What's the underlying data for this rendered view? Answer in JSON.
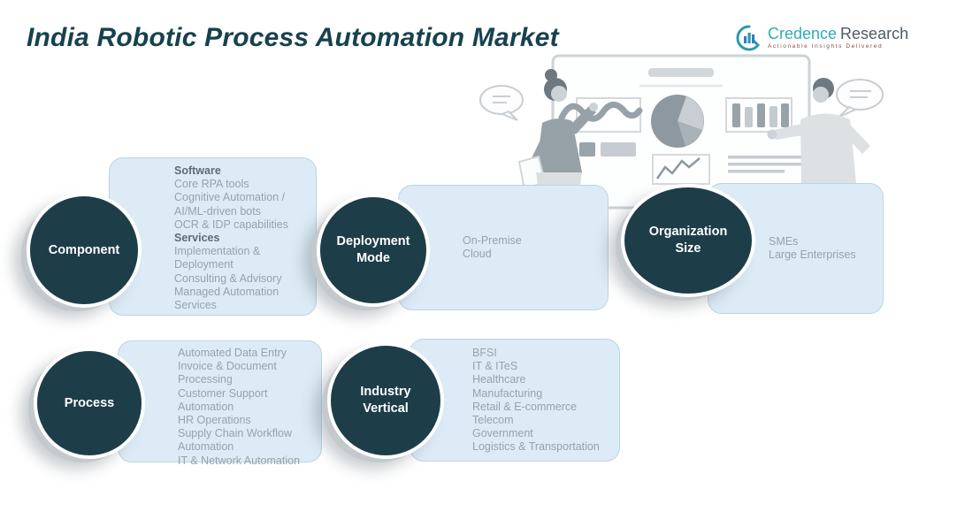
{
  "header": {
    "title": "India Robotic Process Automation Market"
  },
  "logo": {
    "brand_primary": "Credence",
    "brand_secondary": "Research",
    "tagline": "Actionable Insights Delivered"
  },
  "palette": {
    "title_color": "#17414f",
    "circle_fill": "#1d3d49",
    "circle_text": "#ffffff",
    "box_fill": "#dcebf5",
    "box_border": "#b9d6e6",
    "item_text": "#97a3ab",
    "item_header_text": "#5d6d76",
    "logo_teal": "#33a9b5",
    "logo_slate": "#4e5a66",
    "logo_tagline": "#8a4a3a",
    "illustration_gray": "#97a1a8"
  },
  "segments": [
    {
      "label": "Component",
      "items": [
        {
          "text": "Software",
          "bold": true
        },
        {
          "text": "Core RPA tools"
        },
        {
          "text": "Cognitive Automation / AI/ML-driven bots"
        },
        {
          "text": "OCR & IDP capabilities"
        },
        {
          "text": "Services",
          "bold": true
        },
        {
          "text": "Implementation & Deployment"
        },
        {
          "text": "Consulting & Advisory"
        },
        {
          "text": "Managed Automation Services"
        }
      ]
    },
    {
      "label": "Deployment Mode",
      "items": [
        {
          "text": "On-Premise"
        },
        {
          "text": "Cloud"
        }
      ]
    },
    {
      "label": "Organization Size",
      "items": [
        {
          "text": "SMEs"
        },
        {
          "text": "Large Enterprises"
        }
      ]
    },
    {
      "label": "Process",
      "items": [
        {
          "text": "Automated Data Entry"
        },
        {
          "text": "Invoice & Document Processing"
        },
        {
          "text": "Customer Support Automation"
        },
        {
          "text": "HR Operations"
        },
        {
          "text": "Supply Chain Workflow Automation"
        },
        {
          "text": "IT & Network Automation"
        }
      ]
    },
    {
      "label": "Industry Vertical",
      "items": [
        {
          "text": "BFSI"
        },
        {
          "text": "IT & ITeS"
        },
        {
          "text": "Healthcare"
        },
        {
          "text": "Manufacturing"
        },
        {
          "text": "Retail & E-commerce"
        },
        {
          "text": "Telecom"
        },
        {
          "text": "Government"
        },
        {
          "text": "Logistics & Transportation"
        }
      ]
    }
  ],
  "illustration": {
    "icons": [
      "presentation-board-icon",
      "line-chart-icon",
      "pie-chart-icon",
      "bar-chart-icon",
      "trend-line-icon",
      "speech-bubble-left-icon",
      "speech-bubble-right-icon",
      "woman-figure",
      "man-figure"
    ]
  }
}
